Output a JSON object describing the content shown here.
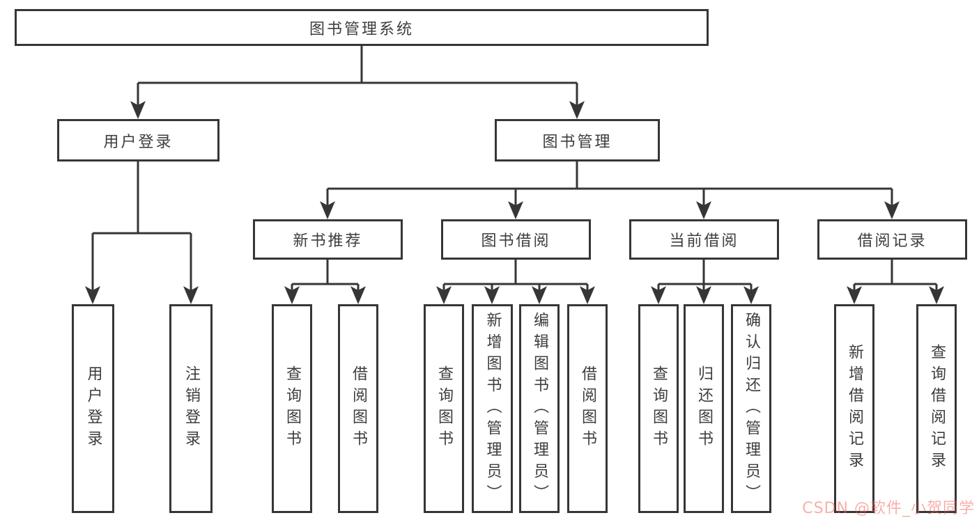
{
  "diagram": {
    "title": "图书管理系统",
    "type": "hierarchy-tree",
    "colors": {
      "background": "#ffffff",
      "box_background": "#ffffff",
      "box_border": "#363636",
      "connector_line": "#363636",
      "text": "#3d3d3d",
      "watermark": "#f25f55"
    }
  },
  "nodes": {
    "root": {
      "label": "图书管理系统"
    },
    "user_login": {
      "label": "用户登录"
    },
    "book_mgmt": {
      "label": "图书管理"
    },
    "new_book_recommend": {
      "label": "新书推荐"
    },
    "book_borrow": {
      "label": "图书借阅"
    },
    "current_borrow": {
      "label": "当前借阅"
    },
    "borrow_record": {
      "label": "借阅记录"
    },
    "leaves": {
      "user_login": "用户登录",
      "logout": "注销登录",
      "nb_query_book": "查询图书",
      "nb_borrow_book": "借阅图书",
      "bb_query_book": "查询图书",
      "bb_add_book": "新增图书（管理员）",
      "bb_edit_book": "编辑图书（管理员）",
      "bb_borrow_book": "借阅图书",
      "cb_query_book": "查询图书",
      "cb_return_book": "归还图书",
      "cb_confirm_return": "确认归还（管理员）",
      "br_add_record": "新增借阅记录",
      "br_query_record": "查询借阅记录"
    }
  },
  "watermark": {
    "text": "CSDN @软件_小贺同学"
  }
}
